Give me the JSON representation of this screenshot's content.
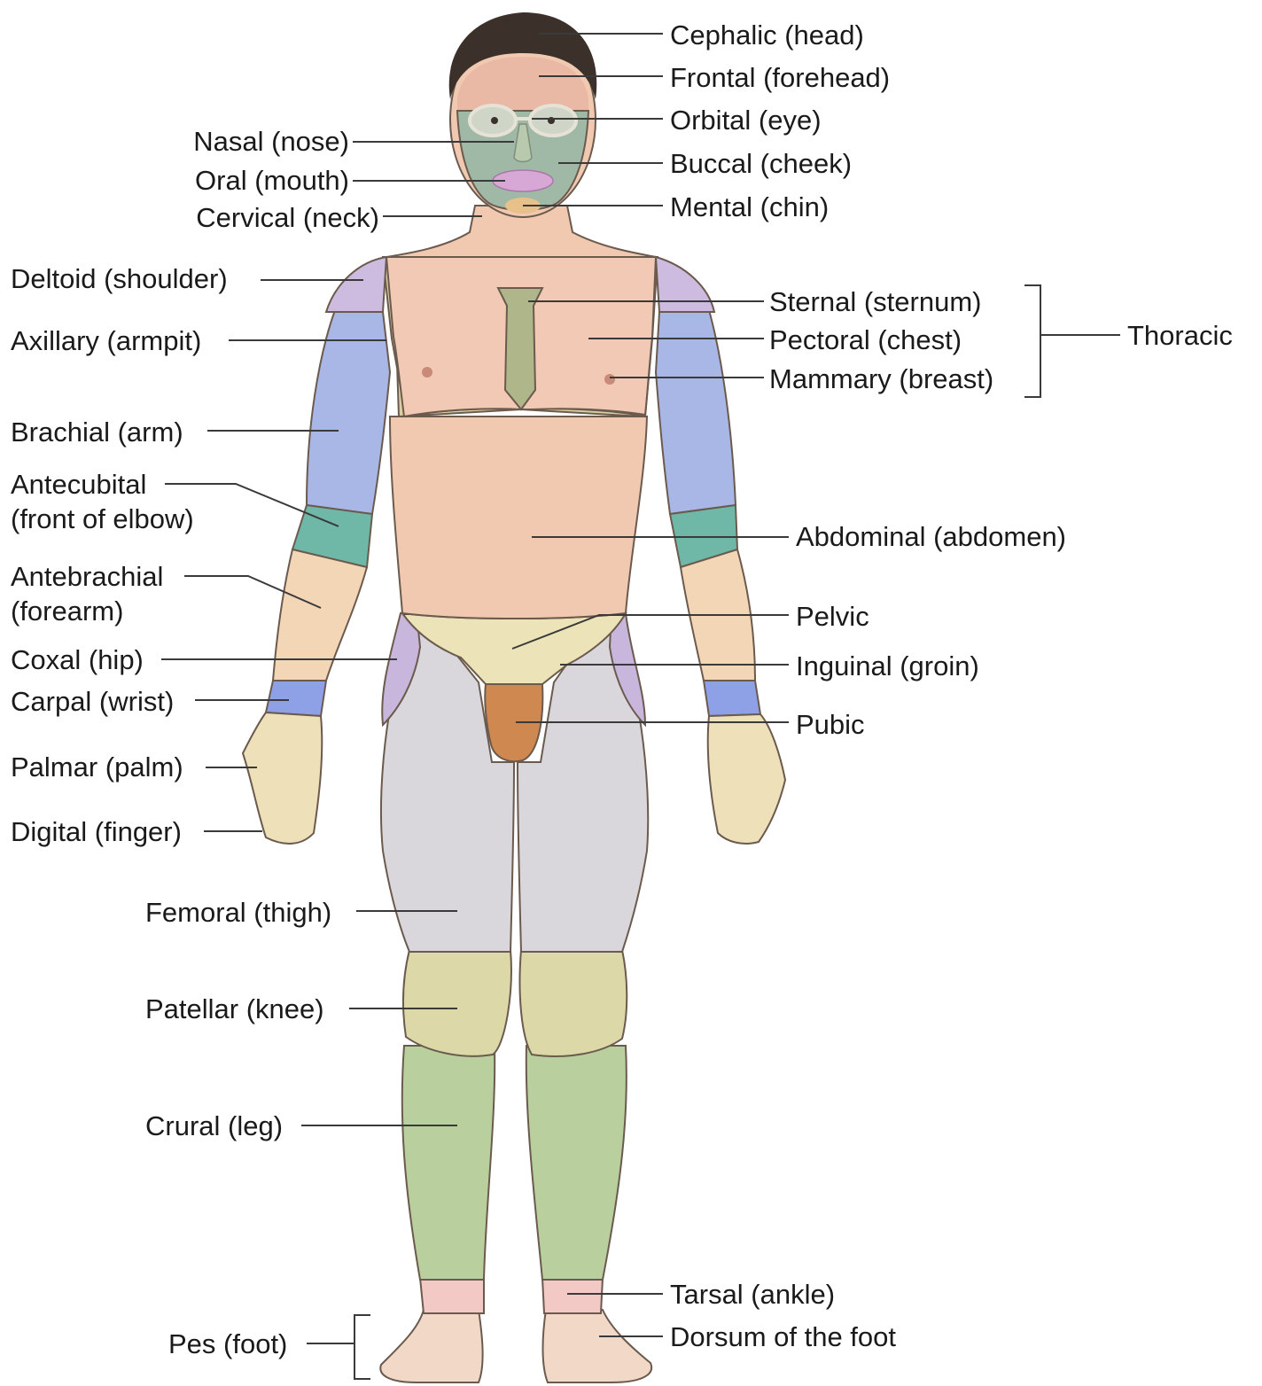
{
  "labels": {
    "cephalic": "Cephalic (head)",
    "frontal": "Frontal (forehead)",
    "orbital": "Orbital (eye)",
    "buccal": "Buccal (cheek)",
    "mental": "Mental (chin)",
    "nasal": "Nasal (nose)",
    "oral": "Oral (mouth)",
    "cervical": "Cervical (neck)",
    "deltoid": "Deltoid (shoulder)",
    "axillary": "Axillary (armpit)",
    "brachial": "Brachial (arm)",
    "antecubital_1": "Antecubital",
    "antecubital_2": "(front of elbow)",
    "antebrachial_1": "Antebrachial",
    "antebrachial_2": "(forearm)",
    "coxal": "Coxal (hip)",
    "carpal": "Carpal (wrist)",
    "palmar": "Palmar (palm)",
    "digital": "Digital (finger)",
    "femoral": "Femoral (thigh)",
    "patellar": "Patellar (knee)",
    "crural": "Crural (leg)",
    "pes": "Pes (foot)",
    "sternal": "Sternal (sternum)",
    "pectoral": "Pectoral (chest)",
    "mammary": "Mammary (breast)",
    "thoracic": "Thoracic",
    "abdominal": "Abdominal (abdomen)",
    "pelvic": "Pelvic",
    "inguinal": "Inguinal (groin)",
    "pubic": "Pubic",
    "tarsal": "Tarsal (ankle)",
    "dorsum": "Dorsum of the foot"
  },
  "colors": {
    "skin": "#f0c9b0",
    "skin_shadow": "#d9a58a",
    "hair": "#3b302a",
    "face_region": "#9fb9a6",
    "forehead": "#e9b9a6",
    "lips": "#d7a8d6",
    "shoulder": "#cdbbe0",
    "arm": "#a9b7e6",
    "elbow": "#6fb8a8",
    "forearm": "#f2d6b6",
    "wrist": "#8ea0e6",
    "hand": "#eee0b8",
    "sternum": "#aeb68a",
    "chest": "#f2c9b4",
    "abdominal_band": "#d9cfa0",
    "pelvic": "#ece3b8",
    "hip": "#c9b6dc",
    "pubic": "#cf8850",
    "thigh": "#d9d6dc",
    "knee": "#ddd8a8",
    "leg": "#b9cf9e",
    "ankle": "#f2c9c4",
    "foot": "#f2d8c6"
  }
}
